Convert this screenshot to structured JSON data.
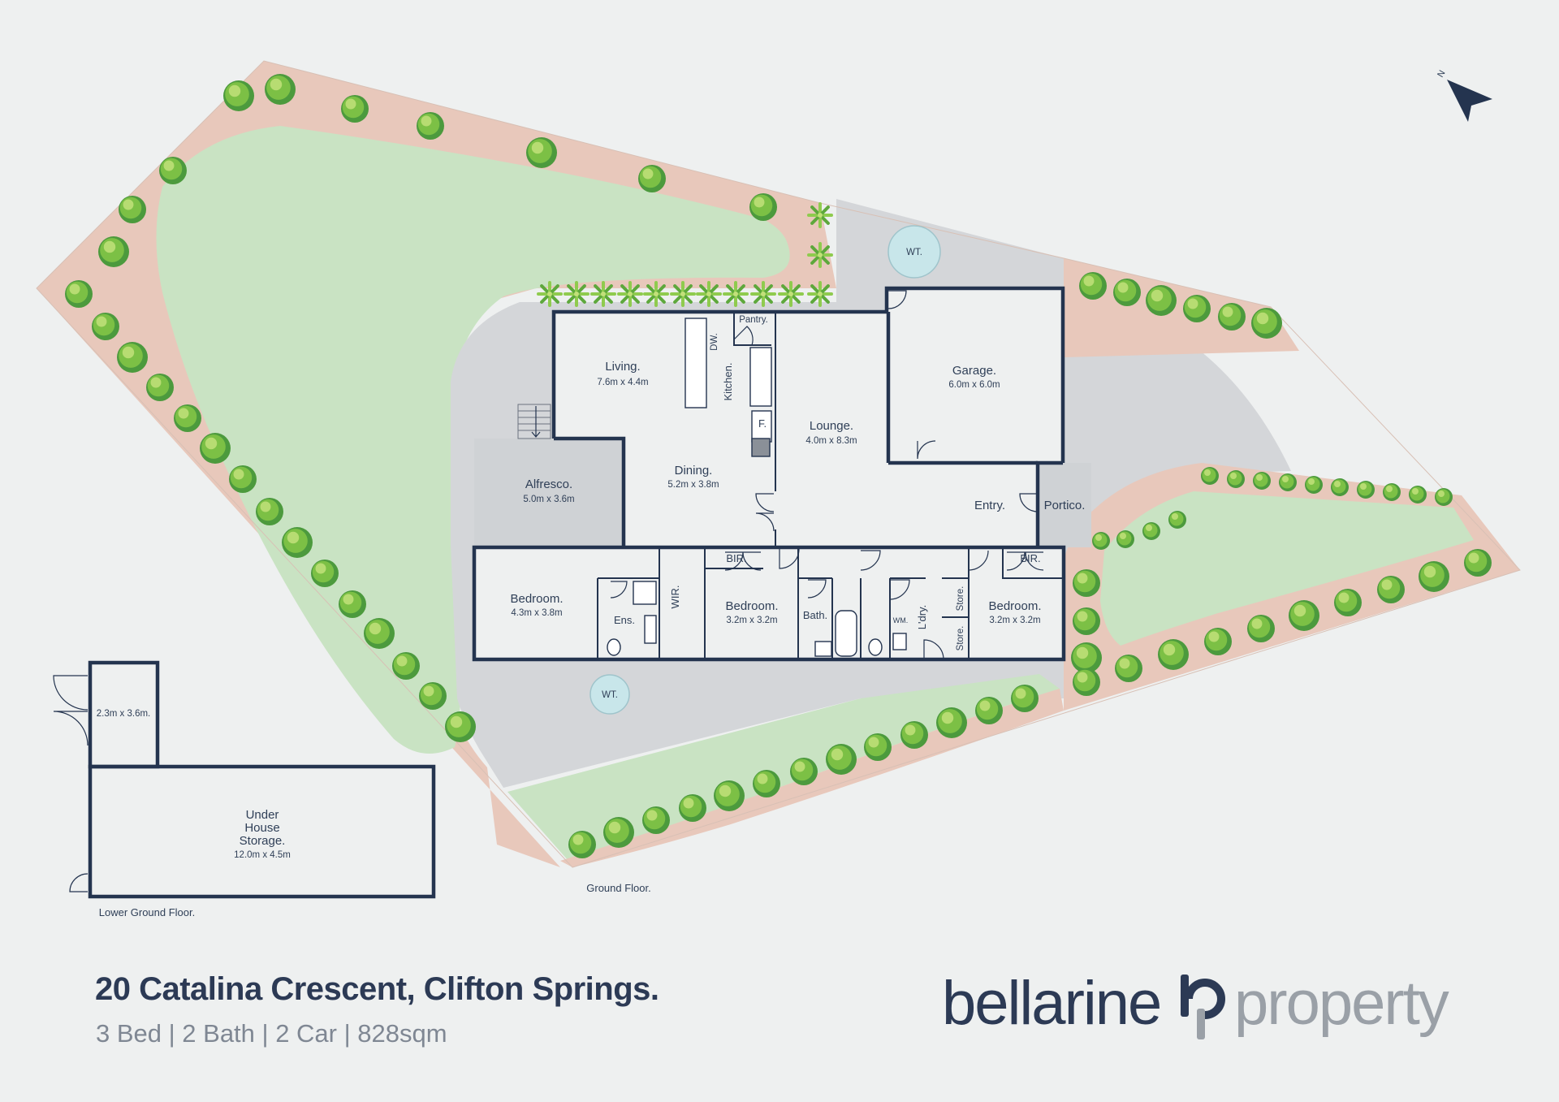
{
  "listing": {
    "address": "20 Catalina Crescent, Clifton Springs.",
    "summary": "3 Bed | 2 Bath | 2 Car |  828sqm"
  },
  "brand": {
    "name_a": "bellarine",
    "name_b": "property"
  },
  "floors": {
    "ground": "Ground Floor.",
    "lower": "Lower Ground Floor."
  },
  "north": "N",
  "rooms": {
    "living": {
      "name": "Living.",
      "dim": "7.6m x 4.4m"
    },
    "kitchen": {
      "name": "Kitchen."
    },
    "pantry": {
      "name": "Pantry."
    },
    "dw": {
      "name": "DW."
    },
    "fridge": {
      "name": "F."
    },
    "lounge": {
      "name": "Lounge.",
      "dim": "4.0m x 8.3m"
    },
    "garage": {
      "name": "Garage.",
      "dim": "6.0m x 6.0m"
    },
    "dining": {
      "name": "Dining.",
      "dim": "5.2m x 3.8m"
    },
    "alfresco": {
      "name": "Alfresco.",
      "dim": "5.0m x 3.6m"
    },
    "entry": {
      "name": "Entry."
    },
    "portico": {
      "name": "Portico."
    },
    "bed1": {
      "name": "Bedroom.",
      "dim": "4.3m x 3.8m"
    },
    "ens": {
      "name": "Ens."
    },
    "wir": {
      "name": "WIR."
    },
    "bed2": {
      "name": "Bedroom.",
      "dim": "3.2m x 3.2m"
    },
    "bir2": {
      "name": "BIR."
    },
    "bath": {
      "name": "Bath."
    },
    "wm": {
      "name": "WM."
    },
    "ldry": {
      "name": "L'dry."
    },
    "store1": {
      "name": "Store."
    },
    "store2": {
      "name": "Store."
    },
    "bed3": {
      "name": "Bedroom.",
      "dim": "3.2m x 3.2m"
    },
    "bir3": {
      "name": "BIR."
    },
    "wt1": {
      "name": "WT."
    },
    "wt2": {
      "name": "WT."
    },
    "lower_small": {
      "dim": "2.3m x 3.6m."
    },
    "storage": {
      "l1": "Under",
      "l2": "House",
      "l3": "Storage.",
      "dim": "12.0m x 4.5m"
    }
  },
  "colors": {
    "background": "#eef0f0",
    "lawn": "#c9e3c3",
    "garden_bed": "#e8c8bb",
    "paving": "#d4d6d9",
    "wall": "#24344f",
    "water_tank": "#c8e6ea",
    "title": "#2c3a55",
    "subtitle": "#7f8793"
  }
}
